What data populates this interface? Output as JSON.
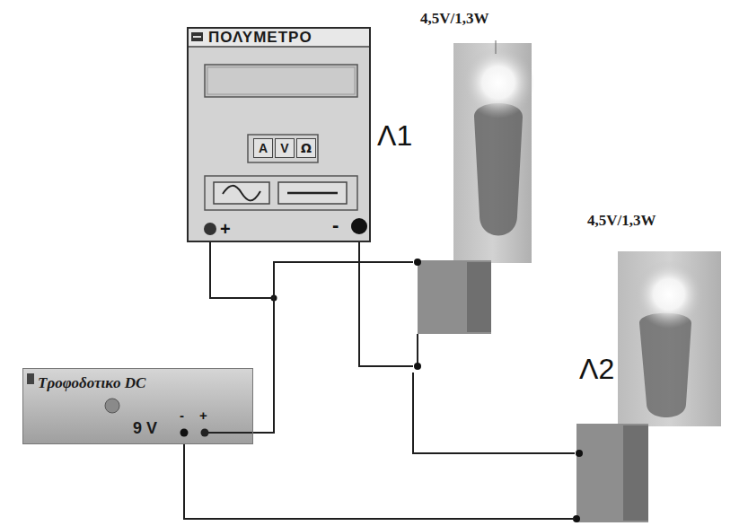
{
  "diagram": {
    "nodes": [
      {
        "text": [
          "ΠΟΛΥΜΕΤΡΟ"
        ]
      },
      {
        "text": [
          "A"
        ],
        "in": 0
      },
      {
        "text": [
          "V"
        ],
        "in": 0
      },
      {
        "text": [
          "Ω"
        ],
        "in": 0
      },
      {
        "text": [
          "4,5V/1,3W"
        ]
      },
      {
        "text": [
          "4,5V/1,3W"
        ]
      },
      {
        "text": [
          "Τροφοδοτικο DC",
          "9 V"
        ]
      }
    ],
    "edges": [
      {
        "from": 0,
        "to": 4,
        "arrow": "none"
      },
      {
        "from": 6,
        "to": 4,
        "arrow": "none"
      },
      {
        "from": 0,
        "to": 4,
        "arrow": "none"
      },
      {
        "from": 4,
        "to": 5,
        "arrow": "none"
      },
      {
        "from": 6,
        "to": 5,
        "arrow": "none"
      }
    ],
    "labels": [
      "Λ1",
      "Λ2",
      "+",
      "-",
      "-",
      "+"
    ]
  }
}
